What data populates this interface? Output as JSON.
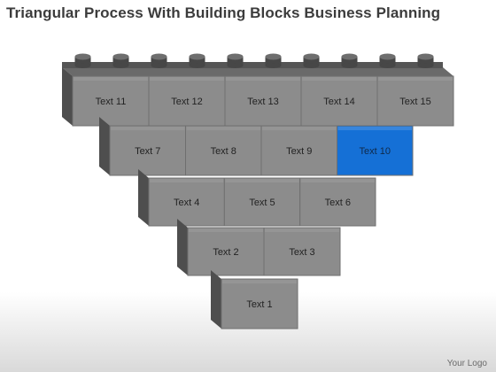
{
  "title": "Triangular Process With Building Blocks Business Planning",
  "footer": {
    "logo_text": "Your Logo"
  },
  "colors": {
    "block_face": "#8c8c8c",
    "block_side": "#4e4e4e",
    "block_top": "#6a6a6a",
    "highlight": "#1570d6"
  },
  "rows": [
    {
      "row": 5,
      "blocks": [
        {
          "label": "Text 11",
          "highlight": false
        },
        {
          "label": "Text 12",
          "highlight": false
        },
        {
          "label": "Text 13",
          "highlight": false
        },
        {
          "label": "Text 14",
          "highlight": false
        },
        {
          "label": "Text 15",
          "highlight": false
        }
      ]
    },
    {
      "row": 4,
      "blocks": [
        {
          "label": "Text 7",
          "highlight": false
        },
        {
          "label": "Text 8",
          "highlight": false
        },
        {
          "label": "Text 9",
          "highlight": false
        },
        {
          "label": "Text 10",
          "highlight": true
        }
      ]
    },
    {
      "row": 3,
      "blocks": [
        {
          "label": "Text 4",
          "highlight": false
        },
        {
          "label": "Text 5",
          "highlight": false
        },
        {
          "label": "Text 6",
          "highlight": false
        }
      ]
    },
    {
      "row": 2,
      "blocks": [
        {
          "label": "Text 2",
          "highlight": false
        },
        {
          "label": "Text 3",
          "highlight": false
        }
      ]
    },
    {
      "row": 1,
      "blocks": [
        {
          "label": "Text 1",
          "highlight": false
        }
      ]
    }
  ]
}
